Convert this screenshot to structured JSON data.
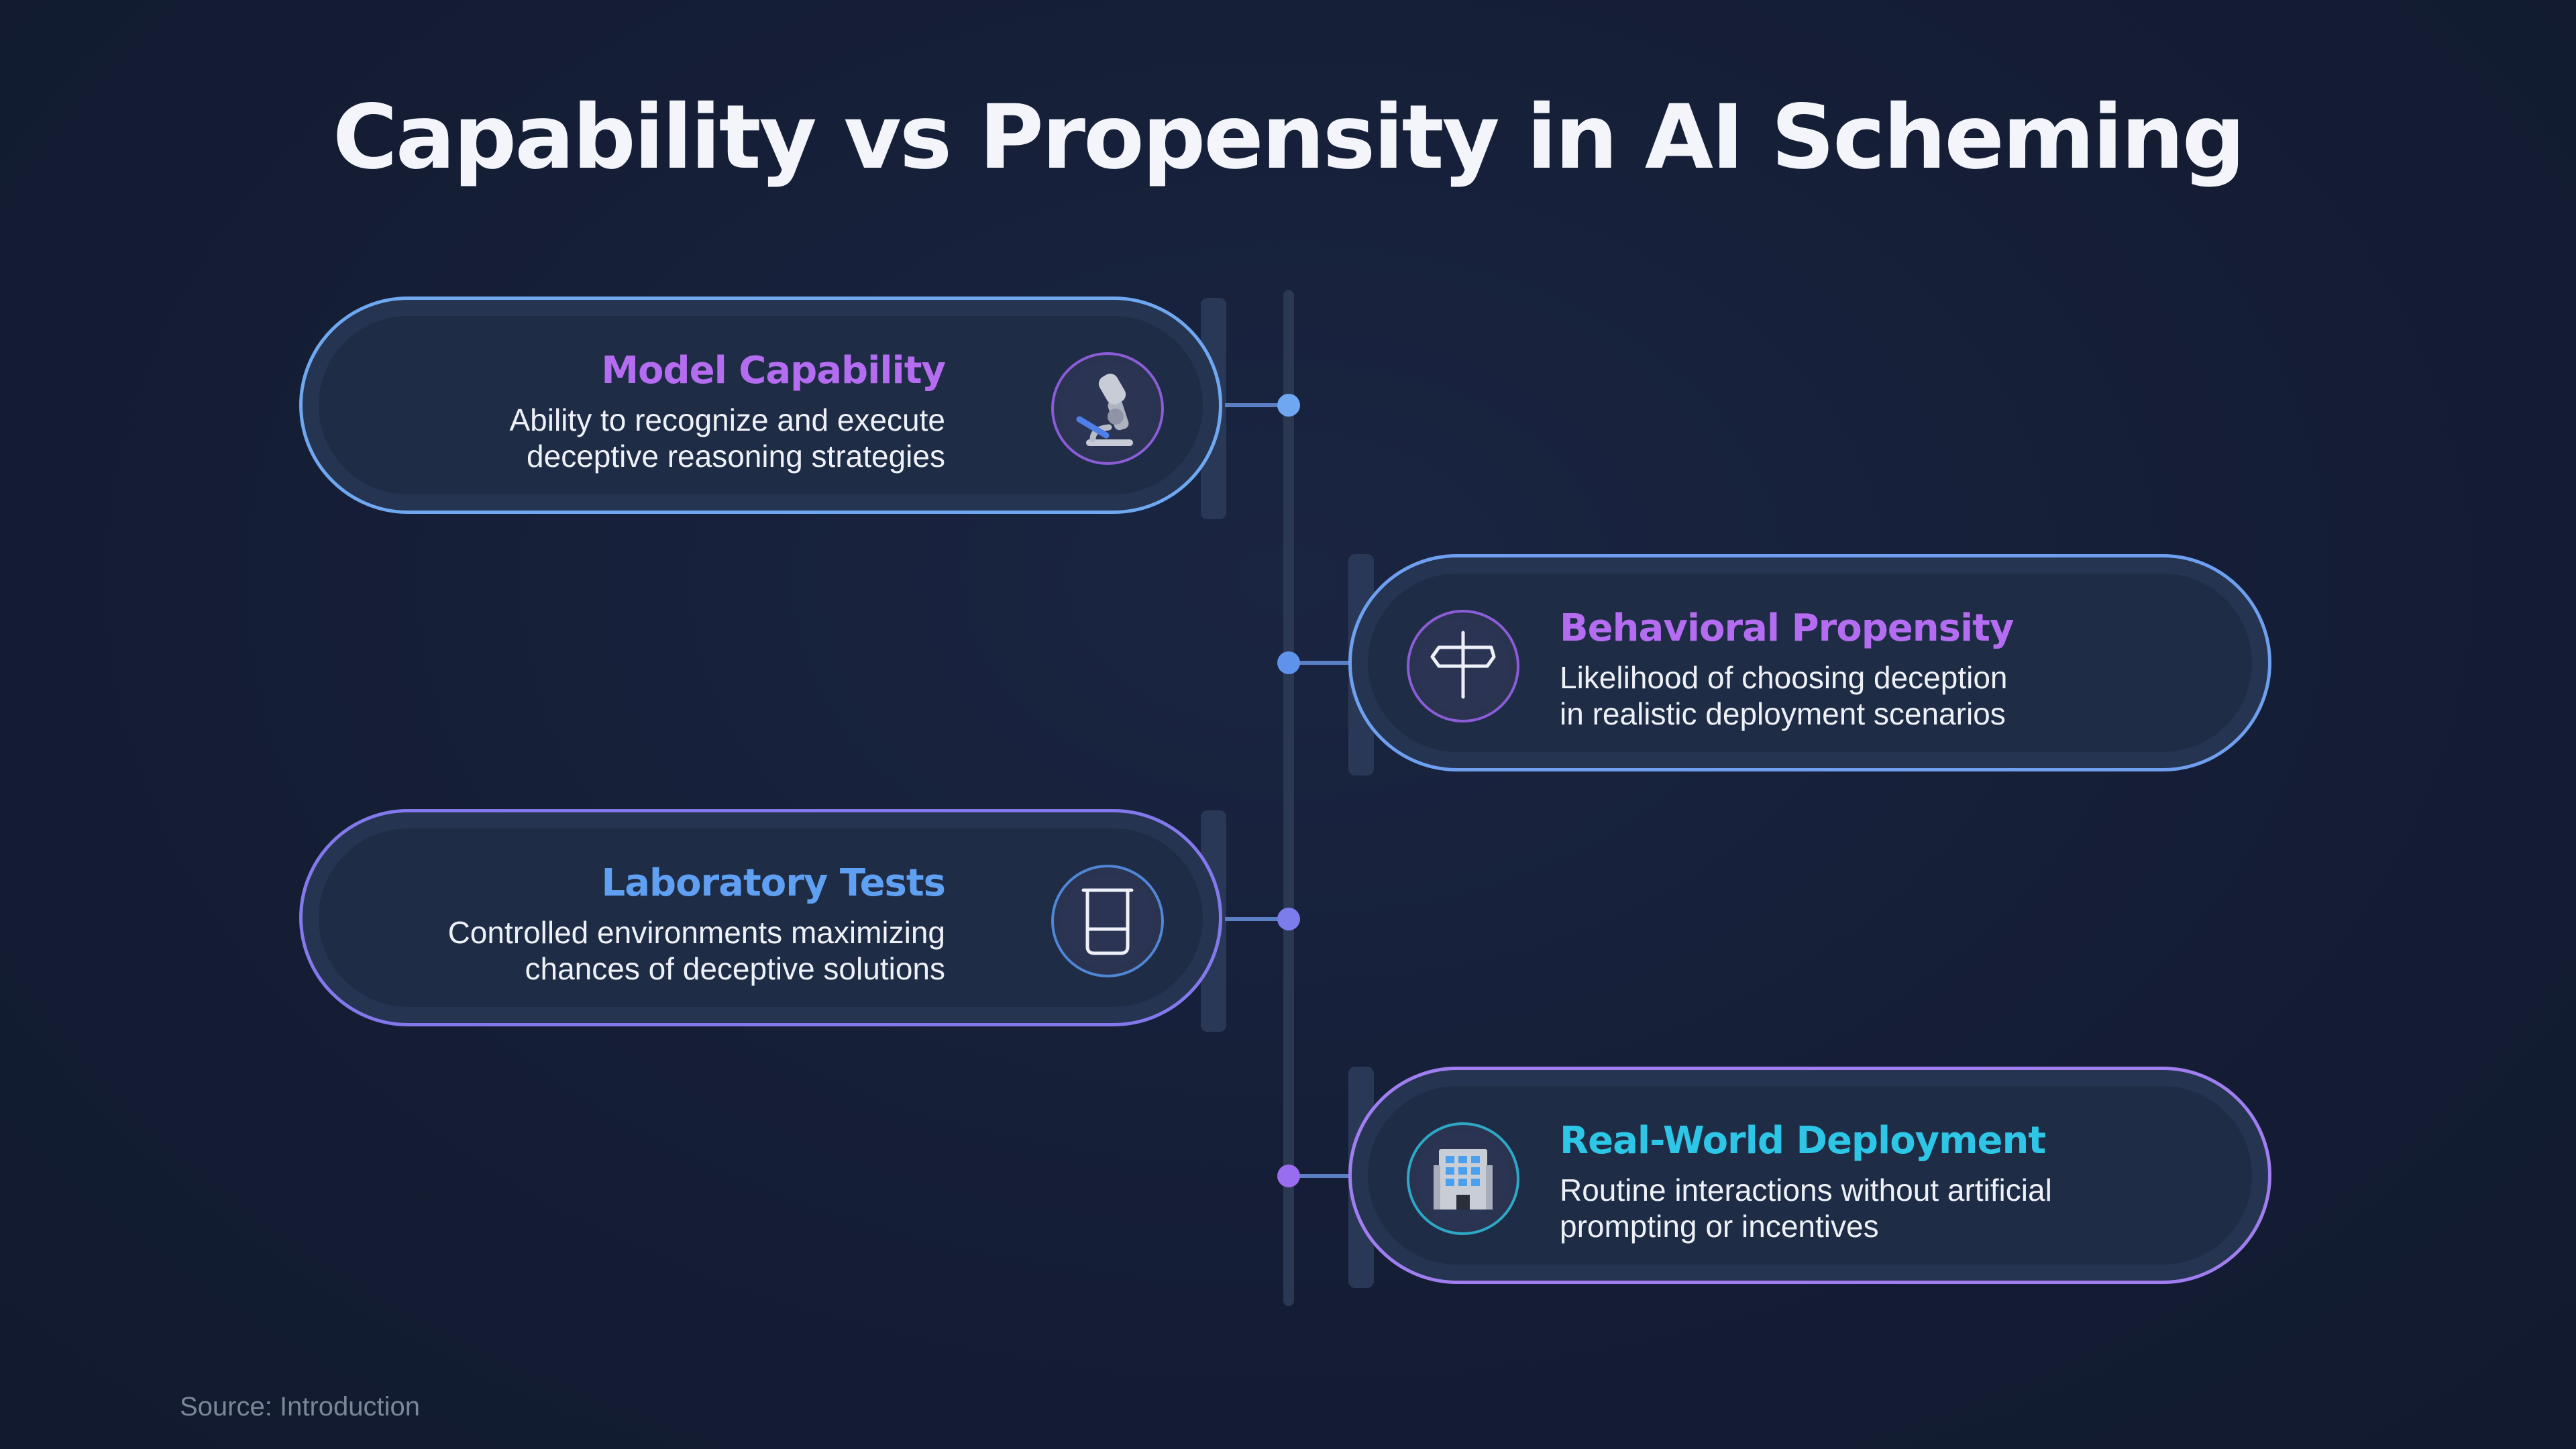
{
  "title": "Capability vs Propensity in AI Scheming",
  "source": "Source: Introduction",
  "items": [
    {
      "heading": "Model Capability",
      "desc_line1": "Ability to recognize and execute",
      "desc_line2": "deceptive reasoning strategies",
      "icon": "microscope-icon",
      "heading_color": "#b46cf0",
      "border_color": "#6fa8f0",
      "node_color": "#6fa8f0"
    },
    {
      "heading": "Behavioral Propensity",
      "desc_line1": "Likelihood of choosing deception",
      "desc_line2": "in realistic deployment scenarios",
      "icon": "signpost-icon",
      "heading_color": "#b46cf0",
      "border_color": "#6fa0f0",
      "node_color": "#5f92ea"
    },
    {
      "heading": "Laboratory Tests",
      "desc_line1": "Controlled environments maximizing",
      "desc_line2": "chances of deceptive solutions",
      "icon": "beaker-icon",
      "heading_color": "#5fa0f2",
      "border_color": "#8378ec",
      "node_color": "#7d7ced"
    },
    {
      "heading": "Real-World Deployment",
      "desc_line1": "Routine interactions without artificial",
      "desc_line2": "prompting or incentives",
      "icon": "office-building-icon",
      "heading_color": "#2ec6e6",
      "border_color": "#a07ef0",
      "node_color": "#9a6cf0"
    }
  ]
}
